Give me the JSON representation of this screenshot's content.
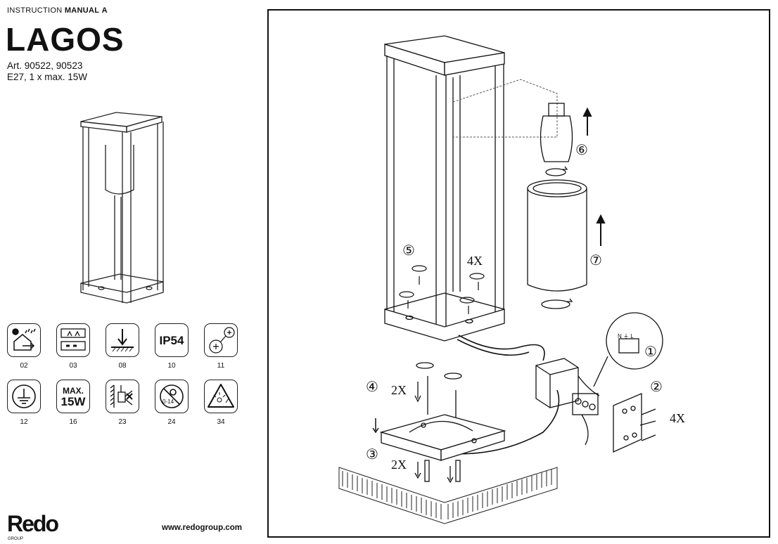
{
  "header": {
    "prefix": "INSTRUCTION",
    "manual": "MANUAL",
    "version": "A"
  },
  "product": {
    "name": "LAGOS",
    "articles": "Art. 90522, 90523",
    "spec": "E27, 1 x max. 15W"
  },
  "symbols": [
    {
      "code": "02",
      "icon": "outdoor-rain-icon"
    },
    {
      "code": "03",
      "icon": "mounting-surface-icon"
    },
    {
      "code": "08",
      "icon": "floor-mount-icon"
    },
    {
      "code": "10",
      "icon": "ip-rating-icon",
      "text": "IP54"
    },
    {
      "code": "11",
      "icon": "ground-spike-icon"
    },
    {
      "code": "12",
      "icon": "earth-ground-icon"
    },
    {
      "code": "16",
      "icon": "max-wattage-icon",
      "text_top": "MAX.",
      "text_bottom": "15W"
    },
    {
      "code": "23",
      "icon": "wall-distance-icon"
    },
    {
      "code": "24",
      "icon": "no-children-icon",
      "text": "0-14"
    },
    {
      "code": "34",
      "icon": "hot-surface-warning-icon"
    }
  ],
  "brand": {
    "logo": "Redo",
    "sub": "GROUP",
    "url": "www.redogroup.com"
  },
  "steps": {
    "s1": "①",
    "s2": "②",
    "s3": "③",
    "s4": "④",
    "s5": "⑤",
    "s6": "⑥",
    "s7": "⑦",
    "qty_4x_top": "4X",
    "qty_4x_right": "4X",
    "qty_2x_screws": "2X",
    "qty_2x_plugs": "2X",
    "terminal_labels": "N ⏚ L"
  }
}
